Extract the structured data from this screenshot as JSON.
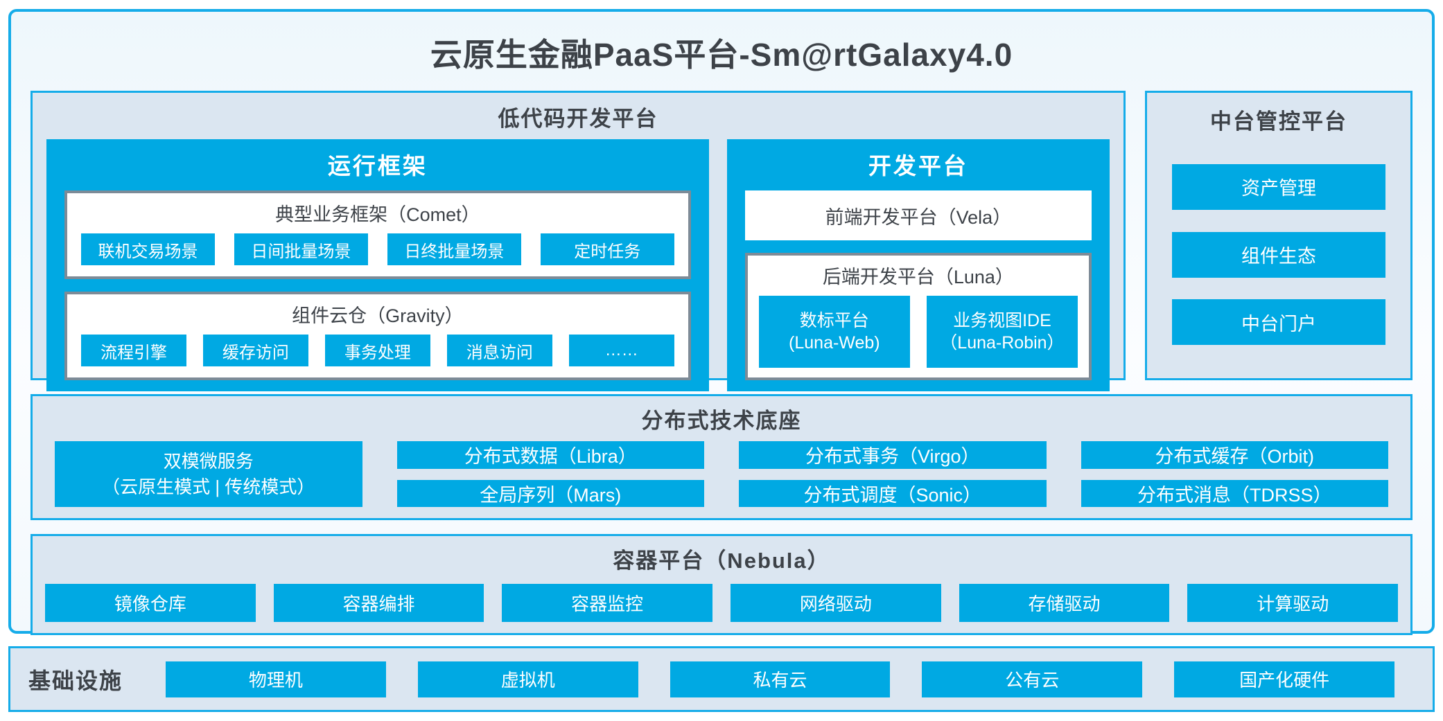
{
  "title": "云原生金融PaaS平台-Sm@rtGalaxy4.0",
  "colors": {
    "accent_blue": "#00a9e3",
    "panel_background": "#dbe6f1",
    "panel_border_blue": "#15ace9",
    "dark_text": "#3d4248",
    "gray_box_border": "#7d8b97"
  },
  "low_code": {
    "title": "低代码开发平台",
    "runtime": {
      "title": "运行框架",
      "comet": {
        "title": "典型业务框架（Comet）",
        "items": [
          "联机交易场景",
          "日间批量场景",
          "日终批量场景",
          "定时任务"
        ]
      },
      "gravity": {
        "title": "组件云仓（Gravity）",
        "items": [
          "流程引擎",
          "缓存访问",
          "事务处理",
          "消息访问",
          "……"
        ]
      }
    },
    "dev": {
      "title": "开发平台",
      "vela": "前端开发平台（Vela）",
      "luna": {
        "title": "后端开发平台（Luna）",
        "items": [
          {
            "name": "数标平台",
            "code": "(Luna-Web)"
          },
          {
            "name": "业务视图IDE",
            "code": "（Luna-Robin）"
          }
        ]
      }
    }
  },
  "mid_platform": {
    "title": "中台管控平台",
    "items": [
      "资产管理",
      "组件生态",
      "中台门户"
    ]
  },
  "distributed": {
    "title": "分布式技术底座",
    "dual_mode": {
      "line1": "双模微服务",
      "line2": "（云原生模式 | 传统模式）"
    },
    "columns": [
      [
        "分布式数据（Libra）",
        "全局序列（Mars)"
      ],
      [
        "分布式事务（Virgo）",
        "分布式调度（Sonic）"
      ],
      [
        "分布式缓存（Orbit)",
        "分布式消息（TDRSS）"
      ]
    ]
  },
  "container_platform": {
    "title": "容器平台（Nebula）",
    "items": [
      "镜像仓库",
      "容器编排",
      "容器监控",
      "网络驱动",
      "存储驱动",
      "计算驱动"
    ]
  },
  "infrastructure": {
    "title": "基础设施",
    "items": [
      "物理机",
      "虚拟机",
      "私有云",
      "公有云",
      "国产化硬件"
    ]
  }
}
